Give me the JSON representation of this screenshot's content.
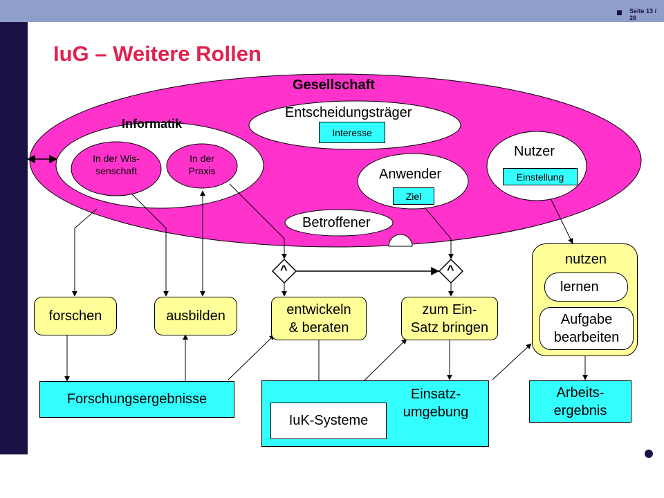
{
  "header": {
    "page_indicator": "Seite 13 / 26"
  },
  "title": "IuG – Weitere Rollen",
  "gesellschaft": {
    "label": "Gesellschaft"
  },
  "informatik": {
    "label": "Informatik",
    "wissenschaft": "In der Wis-\nsenschaft",
    "praxis": "In der\nPraxis"
  },
  "entscheidungstraeger": {
    "label": "Entscheidungsträger",
    "tag": "Interesse"
  },
  "nutzer": {
    "label": "Nutzer",
    "tag": "Einstellung"
  },
  "anwender": {
    "label": "Anwender",
    "tag": "Ziel"
  },
  "betroffener": {
    "label": "Betroffener"
  },
  "gates": [
    "^",
    "^"
  ],
  "activities": {
    "forschen": "forschen",
    "ausbilden": "ausbilden",
    "entwickeln": "entwickeln\n& beraten",
    "einsatz_bringen": "zum Ein-\nSatz bringen"
  },
  "nutzen_group": {
    "label": "nutzen",
    "lernen": "lernen",
    "aufgabe": "Aufgabe\nbearbeiten"
  },
  "results": {
    "forschungsergebnisse": "Forschungsergebnisse",
    "einsatzumgebung": "Einsatz-\numgebung",
    "iuk_systeme": "IuK-Systeme",
    "arbeitsergebnis": "Arbeits-\nergebnis"
  },
  "colors": {
    "accent_title": "#e0224f",
    "ellipse": "#ff33cc",
    "yellow": "#ffff99",
    "cyan": "#33ffff",
    "navy": "#1a1244",
    "topbar": "#8f9fcb"
  }
}
